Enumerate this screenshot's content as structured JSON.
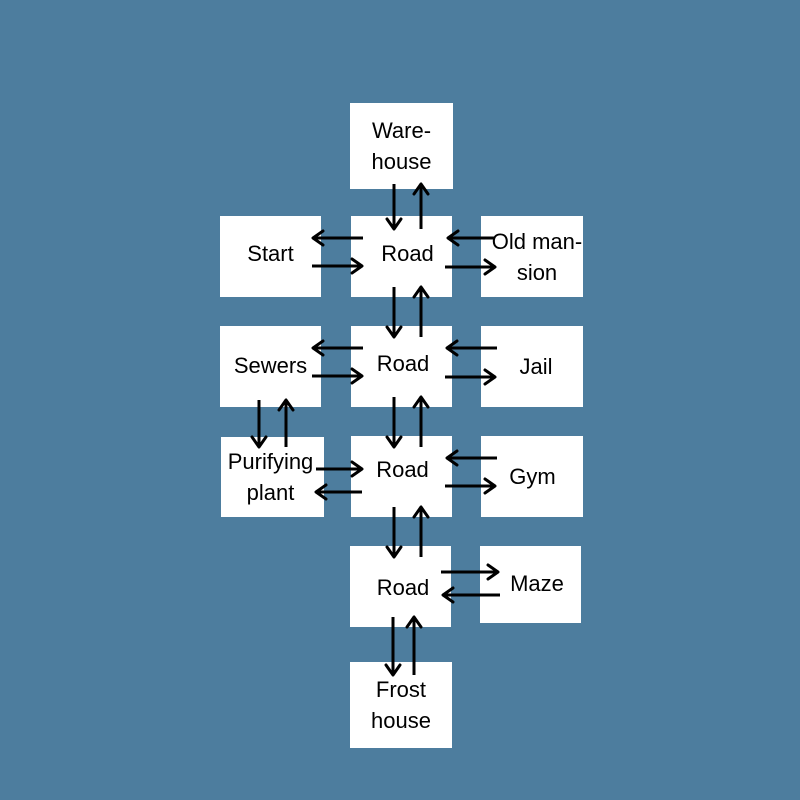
{
  "colors": {
    "background": "#4d7d9e",
    "node_fill": "#ffffff",
    "text": "#000000",
    "arrow": "#000000"
  },
  "nodes": {
    "warehouse": "Ware-\nhouse",
    "start": "Start",
    "road_1": "Road",
    "old_mansion": "Old man-\nsion",
    "sewers": "Sewers",
    "road_2": "Road",
    "jail": "Jail",
    "purifying_plant": "Purifying\nplant",
    "road_3": "Road",
    "gym": "Gym",
    "road_4": "Road",
    "maze": "Maze",
    "frost_house": "Frost\nhouse"
  },
  "edges": [
    {
      "from": "road_1",
      "to": "warehouse"
    },
    {
      "from": "warehouse",
      "to": "road_1"
    },
    {
      "from": "road_1",
      "to": "start"
    },
    {
      "from": "start",
      "to": "road_1"
    },
    {
      "from": "old_mansion",
      "to": "road_1"
    },
    {
      "from": "road_1",
      "to": "old_mansion"
    },
    {
      "from": "road_1",
      "to": "road_2"
    },
    {
      "from": "road_2",
      "to": "road_1"
    },
    {
      "from": "road_2",
      "to": "sewers"
    },
    {
      "from": "sewers",
      "to": "road_2"
    },
    {
      "from": "jail",
      "to": "road_2"
    },
    {
      "from": "road_2",
      "to": "jail"
    },
    {
      "from": "sewers",
      "to": "purifying_plant"
    },
    {
      "from": "purifying_plant",
      "to": "sewers"
    },
    {
      "from": "road_2",
      "to": "road_3"
    },
    {
      "from": "road_3",
      "to": "road_2"
    },
    {
      "from": "purifying_plant",
      "to": "road_3"
    },
    {
      "from": "road_3",
      "to": "purifying_plant"
    },
    {
      "from": "gym",
      "to": "road_3"
    },
    {
      "from": "road_3",
      "to": "gym"
    },
    {
      "from": "road_3",
      "to": "road_4"
    },
    {
      "from": "road_4",
      "to": "road_3"
    },
    {
      "from": "road_4",
      "to": "maze"
    },
    {
      "from": "maze",
      "to": "road_4"
    },
    {
      "from": "road_4",
      "to": "frost_house"
    },
    {
      "from": "frost_house",
      "to": "road_4"
    }
  ]
}
